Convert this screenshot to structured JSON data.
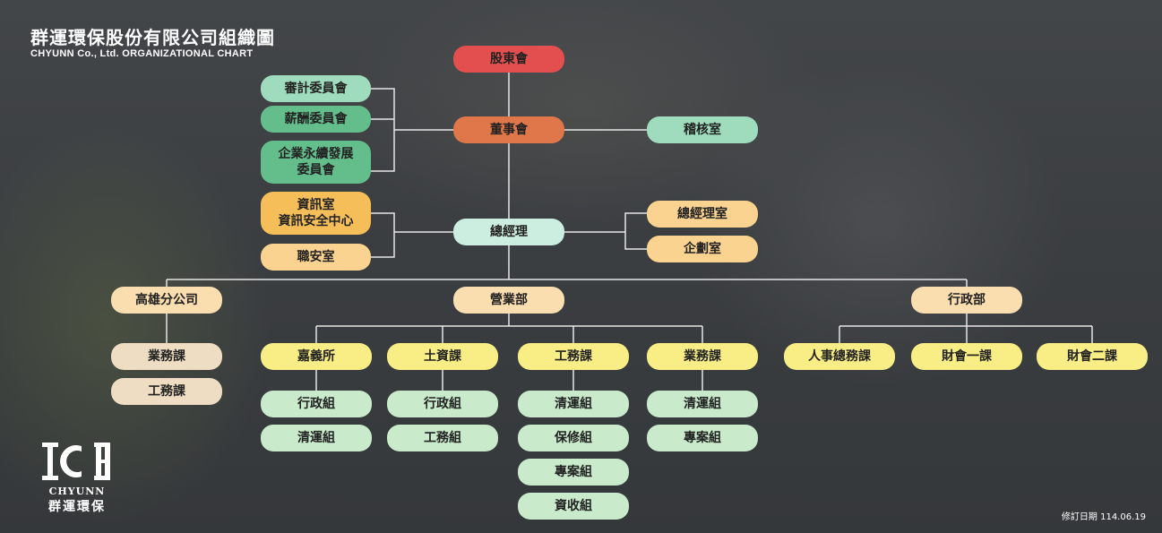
{
  "header": {
    "title": "群運環保股份有限公司組織圖",
    "subtitle": "CHYUNN Co., Ltd.  ORGANIZATIONAL CHART"
  },
  "nodes": {
    "shareholders": "股東會",
    "board": "董事會",
    "audit_office": "稽核室",
    "audit_committee": "審計委員會",
    "remuneration_committee": "薪酬委員會",
    "sustainability_committee": "企業永續發展\n委員會",
    "it_office": "資訊室\n資訊安全中心",
    "safety_office": "職安室",
    "general_manager": "總經理",
    "gm_office": "總經理室",
    "planning_office": "企劃室",
    "kaohsiung_branch": "高雄分公司",
    "business_dept": "營業部",
    "admin_dept": "行政部",
    "kh_business_section": "業務課",
    "kh_engineering_section": "工務課",
    "chiayi": "嘉義所",
    "soil": "土資課",
    "engineering": "工務課",
    "business": "業務課",
    "hr_section": "人事總務課",
    "finance1": "財會一課",
    "finance2": "財會二課",
    "chiayi_admin": "行政組",
    "chiayi_cleaning": "清運組",
    "soil_admin": "行政組",
    "soil_engineering": "工務組",
    "eng_cleaning": "清運組",
    "eng_maintenance": "保修組",
    "eng_project": "專案組",
    "eng_recycling": "資收組",
    "biz_cleaning": "清運組",
    "biz_project": "專案組"
  },
  "logo": {
    "en": "CHYUNN",
    "zh": "群運環保"
  },
  "revision": "修訂日期 114.06.19"
}
